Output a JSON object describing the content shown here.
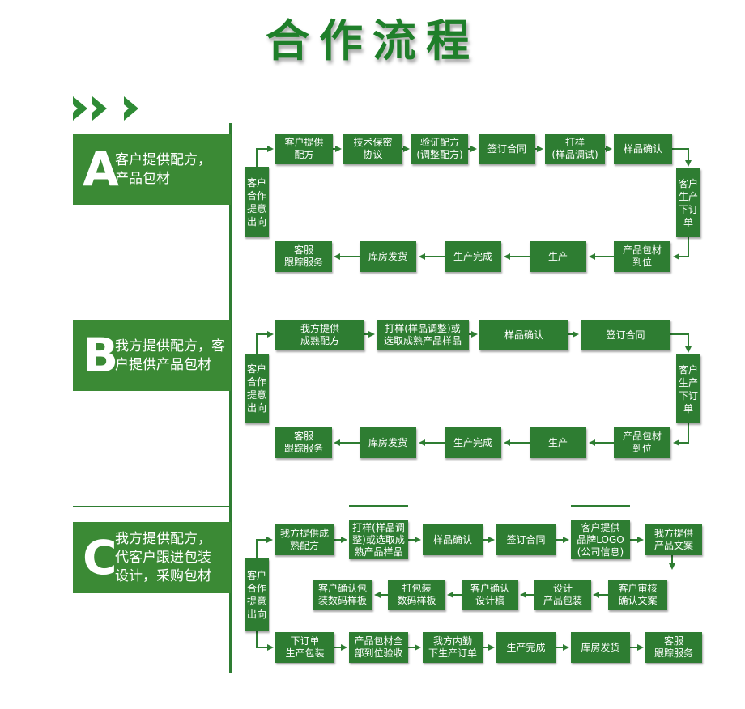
{
  "title": "合作流程",
  "sections": [
    {
      "letter": "A",
      "desc_lines": [
        "客户提供配方，",
        "产品包材"
      ],
      "start": "客户\n合作\n提意\n出向",
      "row1": [
        "客户提供\n配方",
        "技术保密\n协议",
        "验证配方\n(调整配方)",
        "签订合同",
        "打样\n(样品调试)",
        "样品确认"
      ],
      "right": "客户\n生产\n下订\n单",
      "row2": [
        "客服\n跟踪服务",
        "库房发货",
        "生产完成",
        "生产",
        "产品包材\n到位"
      ]
    },
    {
      "letter": "B",
      "desc_lines": [
        "我方提供配方，客",
        "户提供产品包材"
      ],
      "start": "客户\n合作\n提意\n出向",
      "row1": [
        "我方提供\n成熟配方",
        "打样(样品调整)或\n选取成熟产品样品",
        "样品确认",
        "签订合同"
      ],
      "right": "客户\n生产\n下订\n单",
      "row2": [
        "客服\n跟踪服务",
        "库房发货",
        "生产完成",
        "生产",
        "产品包材\n到位"
      ]
    },
    {
      "letter": "C",
      "desc_lines": [
        "我方提供配方，",
        "代客户跟进包装",
        "设计，采购包材"
      ],
      "start": "客户\n合作\n提意\n出向",
      "row1": [
        "我方提供成\n熟配方",
        "打样(样品调\n整)或选取成\n熟产品样品",
        "样品确认",
        "签订合同",
        "客户提供\n品牌LOGO\n(公司信息)",
        "我方提供\n产品文案"
      ],
      "row2": [
        "客户确认包\n装数码样板",
        "打包装\n数码样板",
        "客户确认\n设计稿",
        "设计\n产品包装",
        "客户审核\n确认文案"
      ],
      "row3": [
        "下订单\n生产包装",
        "产品包材全\n部到位验收",
        "我方内勤\n下生产订单",
        "生产完成",
        "库房发货",
        "客服\n跟踪服务"
      ]
    }
  ]
}
